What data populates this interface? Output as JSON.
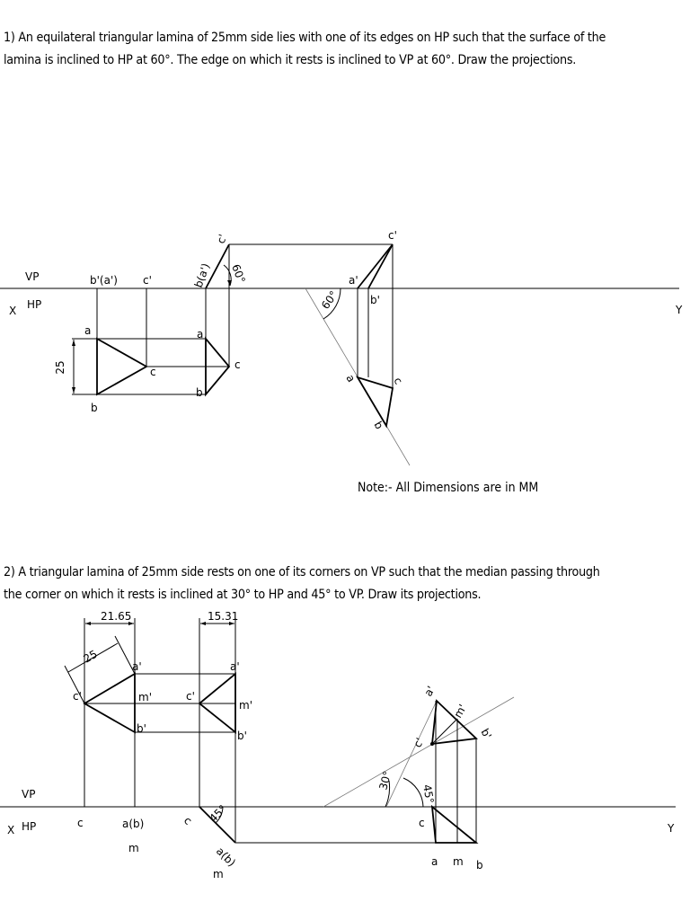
{
  "q1": {
    "line1": "1) An equilateral triangular lamina of 25mm side lies with one of its edges on HP such that the surface of the",
    "line2": "lamina is inclined to HP at 60°. The edge on which it rests is inclined to VP at 60°. Draw the projections."
  },
  "q2": {
    "line1": "2) A triangular lamina of 25mm side rests on one of its corners on VP such that the median passing through",
    "line2": "the corner on which it rests is inclined at 30° to HP and 45° to VP. Draw its projections."
  },
  "note": "Note:- All Dimensions are in MM",
  "fig1": {
    "vp": "VP",
    "hp": "HP",
    "x": "X",
    "y": "Y",
    "lbl_ba_top": "b'(a')",
    "lbl_c_top": "c'",
    "lbl_a1": "a",
    "lbl_b1": "b",
    "lbl_c1": "c",
    "dim_25": "25",
    "lbl_c_top2": "c'",
    "lbl_ba2": "b(a')",
    "ang_60a": "60°",
    "lbl_a2": "a",
    "lbl_b2": "b",
    "lbl_c2": "c",
    "lbl_c_top3": "c'",
    "lbl_a_top3": "a'",
    "lbl_b_top3": "b'",
    "ang_60b": "60°",
    "lbl_a3": "a",
    "lbl_c3": "c",
    "lbl_b3": "b"
  },
  "fig2": {
    "vp": "VP",
    "hp": "HP",
    "x": "X",
    "y": "Y",
    "dim_2165": "21.65",
    "dim_1531": "15.31",
    "dim_25": "25",
    "lbl_a_top1": "a'",
    "lbl_m_top1": "m'",
    "lbl_b_top1": "b'",
    "lbl_c_top1": "c'",
    "lbl_c1": "c",
    "lbl_ab1": "a(b)",
    "lbl_m1": "m",
    "lbl_a_top2": "a'",
    "lbl_m_top2": "m'",
    "lbl_b_top2": "b'",
    "lbl_c_top2": "c'",
    "lbl_c2": "c",
    "ang_45a": "45°",
    "lbl_ab2": "a(b)",
    "lbl_m2": "m",
    "lbl_a_top3": "a'",
    "lbl_m_top3": "m'",
    "lbl_b_top3": "b'",
    "lbl_c_top3": "c'",
    "ang_30": "30°",
    "ang_45b": "45°",
    "lbl_c3": "c",
    "lbl_a3": "a",
    "lbl_m3": "m",
    "lbl_b3": "b"
  }
}
